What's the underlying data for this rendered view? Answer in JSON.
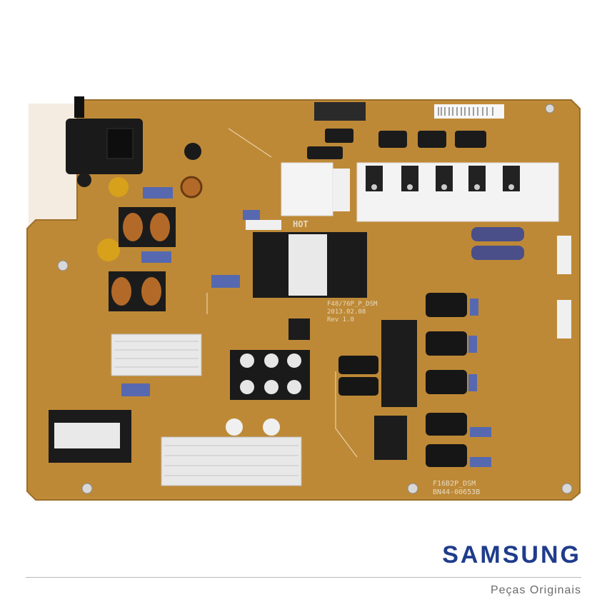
{
  "brand": {
    "name": "SAMSUNG",
    "tagline": "Peças Originais",
    "color": "#1f3c8c"
  },
  "board": {
    "base_color": "#c08b38",
    "hot_label": "HOT",
    "model_label": "F48/76P_P_DSM",
    "date_label": "2013.02.08",
    "rev_label": "Rev 1.0",
    "bottom_model": "F16B2P_DSM",
    "part_number": "BN44-00653B"
  }
}
